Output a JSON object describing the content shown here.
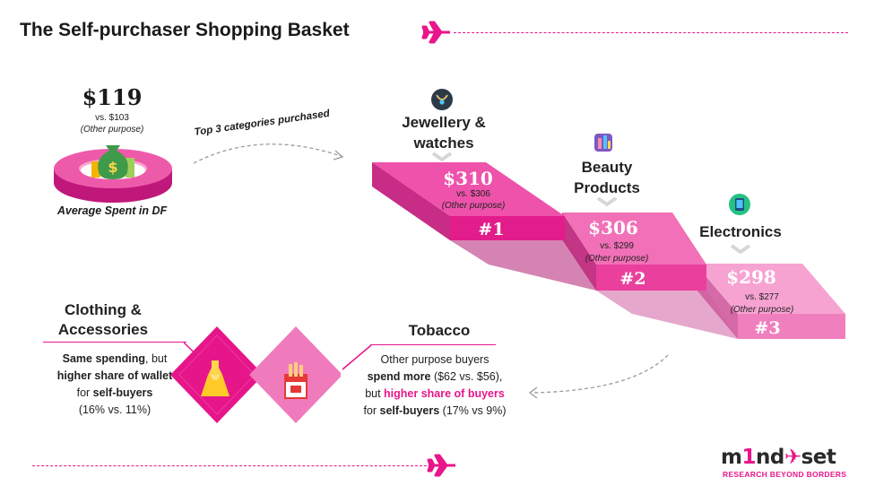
{
  "title": "The Self-purchaser Shopping Basket",
  "average": {
    "amount": "$119",
    "compare": "vs. $103",
    "compare_note": "(Other purpose)",
    "label": "Average Spent in DF"
  },
  "arrow_label": "Top 3 categories purchased",
  "top_categories": [
    {
      "name_line1": "Jewellery &",
      "name_line2": "watches",
      "amount": "$310",
      "compare": "vs. $306",
      "compare_note": "(Other purpose)",
      "rank": "#1",
      "icon": "necklace-icon"
    },
    {
      "name_line1": "Beauty",
      "name_line2": "Products",
      "amount": "$306",
      "compare": "vs. $299",
      "compare_note": "(Other purpose)",
      "rank": "#2",
      "icon": "cosmetics-icon"
    },
    {
      "name_line1": "Electronics",
      "name_line2": "",
      "amount": "$298",
      "compare": "vs. $277",
      "compare_note": "(Other purpose)",
      "rank": "#3",
      "icon": "tablet-icon"
    }
  ],
  "clothing": {
    "title_line1": "Clothing &",
    "title_line2": "Accessories",
    "l1_bold": "Same spending",
    "l1_rest": ", but",
    "l2_pink": "higher share of wallet",
    "l3_pre": "for ",
    "l3_bold": "self-buyers",
    "l4": "(16% vs. 11%)",
    "icon": "dress-icon"
  },
  "tobacco": {
    "title": "Tobacco",
    "l1": "Other purpose buyers",
    "l2_bold": "spend more",
    "l2_rest": " ($62 vs. $56),",
    "l3_pre": "but ",
    "l3_pink": "higher share of buyers",
    "l4_pre": "for ",
    "l4_bold": "self-buyers",
    "l4_rest": " (17% vs 9%)",
    "icon": "cigarette-pack-icon"
  },
  "logo": {
    "text_pre": "m",
    "text_digit": "1",
    "text_post": "nd",
    "text_end": "set",
    "tagline": "RESEARCH BEYOND BORDERS"
  },
  "colors": {
    "accent": "#e8168a",
    "step1_top": "#ee4aa6",
    "step1_front": "#e6228f",
    "step2_top": "#f36dba",
    "step3_top": "#f79bd0",
    "side": "#c0347f"
  }
}
